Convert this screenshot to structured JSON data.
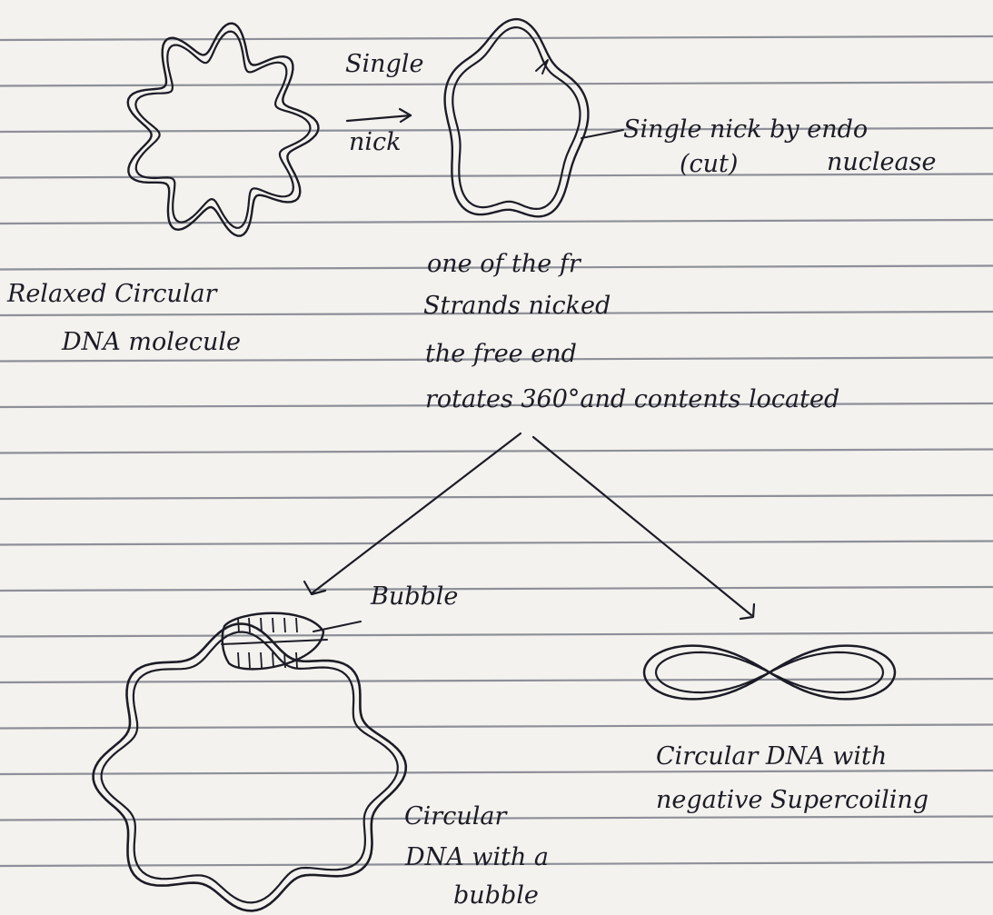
{
  "diagram": {
    "paper": {
      "background": "#f3f2ee",
      "rule_color": "#8d8f99",
      "ink_color": "#1c1c26"
    },
    "labels": {
      "arrow_top": "Single",
      "arrow_bottom": "nick",
      "nick_note_line1": "Single nick by endo",
      "nick_note_line2": "(cut)",
      "nick_note_line3": "nuclease",
      "relaxed_line1": "Relaxed Circular",
      "relaxed_line2": "DNA molecule",
      "caption_line1": "one of the fr",
      "caption_line2": "Strands nicked",
      "caption_line3": "the free end",
      "caption_line4": "rotates 360°and contents located",
      "bubble_label": "Bubble",
      "bubble_caption_line1": "Circular",
      "bubble_caption_line2": "DNA with a",
      "bubble_caption_line3": "bubble",
      "supercoil_caption_line1": "Circular DNA with",
      "supercoil_caption_line2": "negative Supercoiling"
    }
  }
}
